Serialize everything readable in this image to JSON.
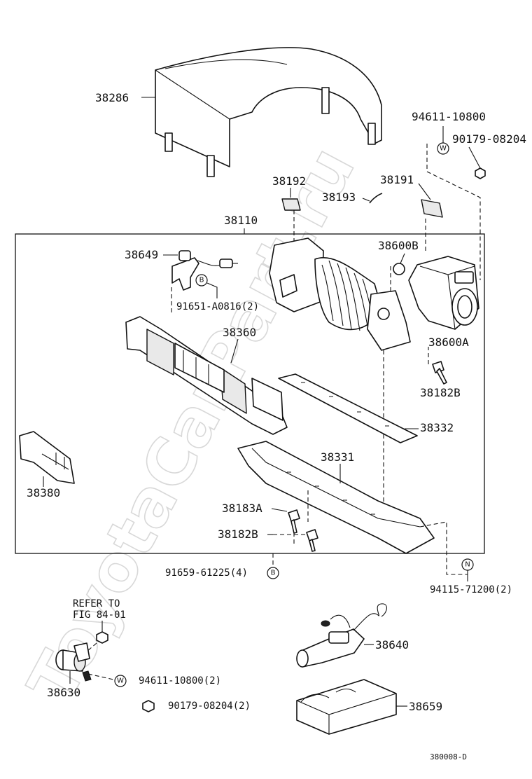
{
  "watermark": "ToyotaCarPart.ru",
  "diagram_code": "380008-D",
  "note": {
    "line1": "REFER TO",
    "line2": "FIG 84-01"
  },
  "labels": {
    "p38286": "38286",
    "p94611_top": "94611-10800",
    "p90179_top": "90179-08204",
    "p38192": "38192",
    "p38193": "38193",
    "p38191": "38191",
    "p38110": "38110",
    "p38649": "38649",
    "p38600B": "38600B",
    "p91651": "91651-A0816(2)",
    "p38360": "38360",
    "p38600A": "38600A",
    "p38182B_top": "38182B",
    "p38332": "38332",
    "p38331": "38331",
    "p38380": "38380",
    "p38183A": "38183A",
    "p38182B_bot": "38182B",
    "p91659": "91659-61225(4)",
    "p94115": "94115-71200(2)",
    "p38640": "38640",
    "p38630": "38630",
    "p94611_bot": "94611-10800(2)",
    "p90179_bot": "90179-08204(2)",
    "p38659": "38659"
  },
  "symbols": {
    "washer": "W",
    "bolt": "B",
    "nut": "N"
  }
}
